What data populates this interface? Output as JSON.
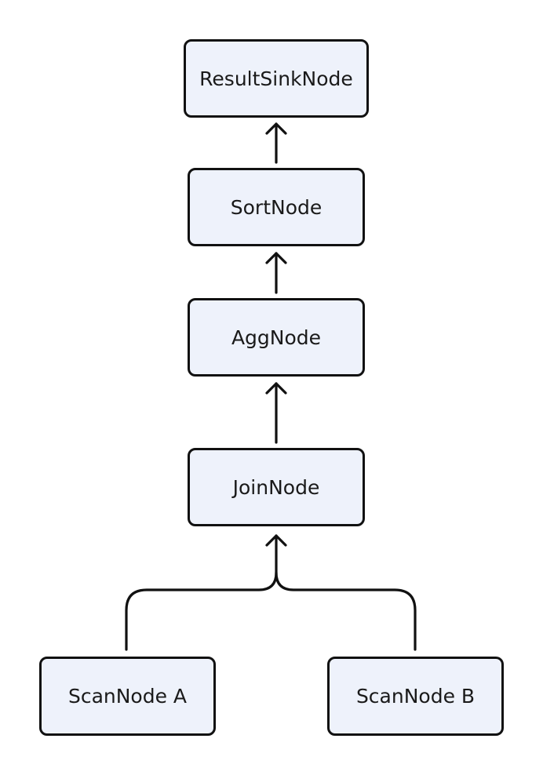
{
  "nodes": {
    "result": "ResultSinkNode",
    "sort": "SortNode",
    "agg": "AggNode",
    "join": "JoinNode",
    "scan_a": "ScanNode A",
    "scan_b": "ScanNode B"
  },
  "colors": {
    "node_fill": "#eef2fb",
    "stroke": "#111111",
    "text": "#1a1a1a"
  }
}
